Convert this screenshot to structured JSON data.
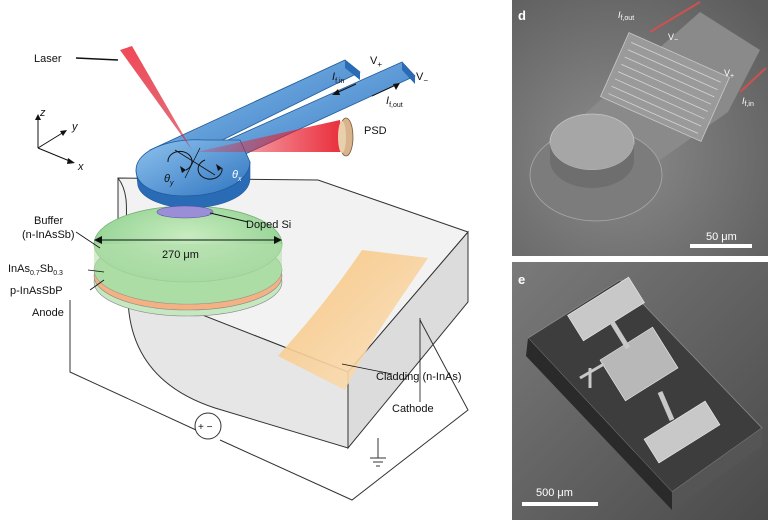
{
  "diagram": {
    "laser": "Laser",
    "v_plus": "V",
    "v_plus_sub": "+",
    "v_minus": "V",
    "v_minus_sub": "−",
    "i_in": "I",
    "i_in_sub": "f,in",
    "i_out": "I",
    "i_out_sub": "f,out",
    "psd": "PSD",
    "axis_z": "z",
    "axis_y": "y",
    "axis_x": "x",
    "theta_y": "θ",
    "theta_y_sub": "y",
    "theta_x": "θ",
    "theta_x_sub": "x",
    "doped_si": "Doped Si",
    "buffer": "Buffer",
    "buffer_sub": "(n-InAsSb)",
    "dimension": "270 μm",
    "inassb_main": "InAs",
    "inassb_sub1": "0.7",
    "inassb_mid": "Sb",
    "inassb_sub2": "0.3",
    "p_layer": "p-InAsSbP",
    "anode": "Anode",
    "cladding": "Cladding (n-InAs)",
    "cathode": "Cathode",
    "source_symbol": "+ −"
  },
  "panel_d": {
    "letter": "d",
    "i_out": "I",
    "i_out_sub": "f,out",
    "v_minus": "V",
    "v_minus_sub": "−",
    "v_plus": "V",
    "v_plus_sub": "+",
    "i_in": "I",
    "i_in_sub": "f,in",
    "scale": "50 μm"
  },
  "panel_e": {
    "letter": "e",
    "scale": "500 μm"
  },
  "colors": {
    "cantilever": "#5b9bd5",
    "laser": "#e8202f",
    "disk_green": "#8fd18f",
    "disk_orange": "#f4b183",
    "cladding_orange": "#f5b869",
    "sem_bg": "#7a7a7a"
  }
}
